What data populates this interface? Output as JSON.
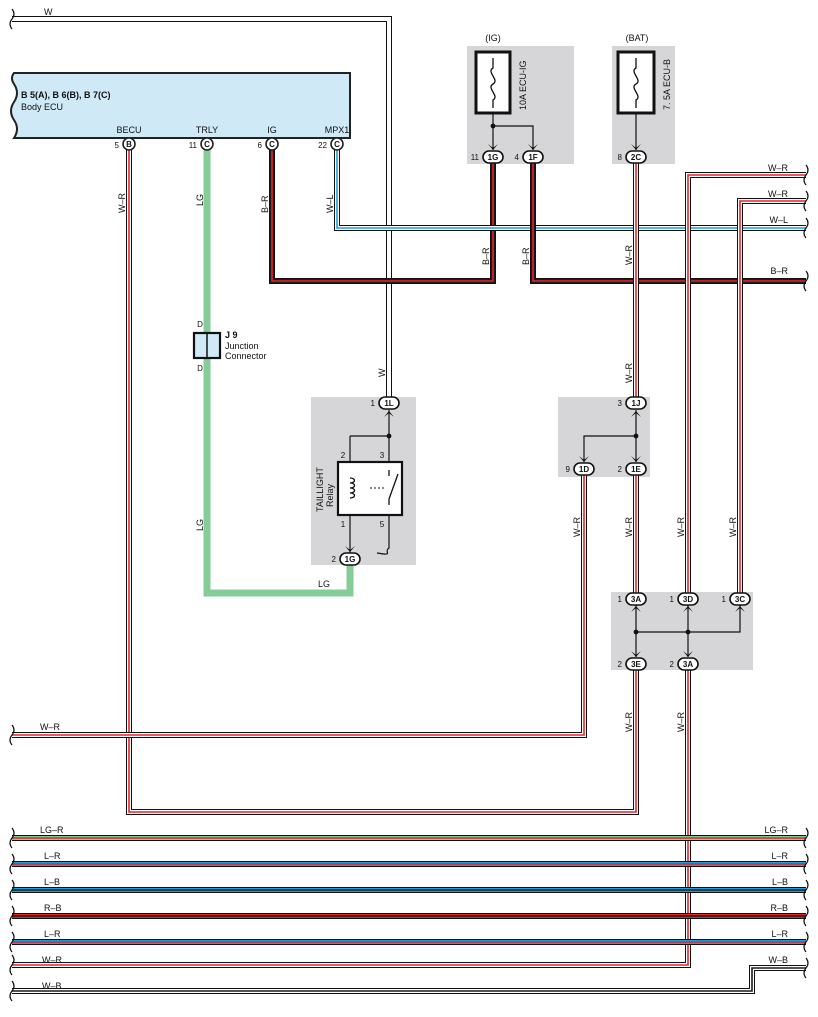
{
  "colors": {
    "W": "#ffffff",
    "R": "#e4242b",
    "B": "#1b1b1b",
    "LG": "#86cc98",
    "L": "#1ba0dc",
    "ecu_fill": "#cfe9f7",
    "box_fill": "#d6d6d8"
  },
  "top_wire": "W",
  "ecu": {
    "title": "B 5(A), B 6(B), B 7(C)",
    "subtitle": "Body ECU",
    "terminals": [
      {
        "name": "BECU",
        "pin": "5",
        "conn": "B"
      },
      {
        "name": "TRLY",
        "pin": "11",
        "conn": "C"
      },
      {
        "name": "IG",
        "pin": "6",
        "conn": "C"
      },
      {
        "name": "MPX1",
        "pin": "22",
        "conn": "C"
      }
    ]
  },
  "fuses": [
    {
      "header": "(IG)",
      "name": "10A ECU-IG"
    },
    {
      "header": "(BAT)",
      "name": "7. 5A ECU-B"
    }
  ],
  "fuse_pins": [
    {
      "pin": "11",
      "conn": "1G"
    },
    {
      "pin": "4",
      "conn": "1F"
    },
    {
      "pin": "8",
      "conn": "2C"
    }
  ],
  "wire_labels": {
    "becu": "W–R",
    "trly_upper": "LG",
    "ig": "B–R",
    "mpx1": "W–L",
    "ig_fuse_a": "B–R",
    "ig_fuse_b": "B–R",
    "bat_fuse": "W–R",
    "bat_lower": "W–R",
    "relay_w": "W",
    "trly_lower": "LG",
    "trly_bottom": "LG",
    "j1d": "W–R",
    "j1e": "W–R",
    "j3d": "W–R",
    "j3c": "W–R",
    "j3e": "W–R",
    "j3a2": "W–R"
  },
  "right_labels": [
    "W–R",
    "W–R",
    "W–L",
    "B–R"
  ],
  "junction": {
    "id": "J 9",
    "desc1": "Junction",
    "desc2": "Connector",
    "pin_top": "D",
    "pin_bottom": "D"
  },
  "relay": {
    "name": "TAILLIGHT",
    "sub": "Relay",
    "top_pin": "1",
    "top_conn": "1L",
    "bot_pin": "2",
    "bot_conn": "1G",
    "t2": "2",
    "t3": "3",
    "t1": "1",
    "t5": "5"
  },
  "junction_1j": {
    "top_pin": "3",
    "top_conn": "1J",
    "left_pin": "9",
    "left_conn": "1D",
    "right_pin": "2",
    "right_conn": "1E"
  },
  "junction_3": {
    "p1": "1",
    "c1": "3A",
    "p2": "1",
    "c2": "3D",
    "p3": "1",
    "c3": "3C",
    "p4": "2",
    "c4": "3E",
    "p5": "2",
    "c5": "3A"
  },
  "left_mid_label": "W–R",
  "bus": [
    {
      "left": "LG–R",
      "right": "LG–R"
    },
    {
      "left": "L–R",
      "right": "L–R"
    },
    {
      "left": "L–B",
      "right": "L–B"
    },
    {
      "left": "R–B",
      "right": "R–B"
    },
    {
      "left": "L–R",
      "right": "L–R"
    },
    {
      "left": "W–R",
      "right": "W–B"
    },
    {
      "left": "W–B",
      "right": ""
    }
  ]
}
